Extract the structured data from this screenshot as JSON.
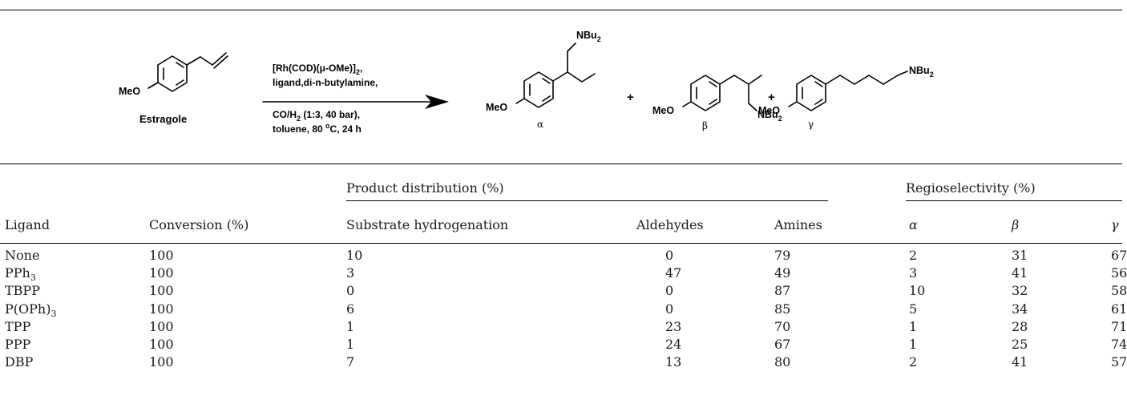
{
  "scheme": {
    "reactant_label": "Estragole",
    "reagents": {
      "line1": "[Rh(COD)(μ-OMe)]",
      "line1_sub": "2",
      "line1_tail": ",",
      "line2": "ligand,di-n-butylamine,",
      "line3a": "CO/H",
      "line3_sub": "2",
      "line3b": " (1:3, 40 bar),",
      "line4a": "toluene, 80 ",
      "line4_sup": "o",
      "line4b": "C, 24 h"
    },
    "meo": "MeO",
    "nbu2": "NBu",
    "nbu2_sub": "2",
    "plus": "+",
    "product_labels": [
      "α",
      "β",
      "γ"
    ]
  },
  "table": {
    "group_headers": {
      "product_distribution": "Product distribution (%)",
      "regioselectivity": "Regioselectivity (%)"
    },
    "columns": [
      "Ligand",
      "Conversion (%)",
      "Substrate hydrogenation",
      "Aldehydes",
      "Amines",
      "α",
      "β",
      "γ"
    ],
    "rows": [
      {
        "ligand": "None",
        "ligand_sub": "",
        "ligand_tail": "",
        "conversion": "100",
        "hydrogenation": "10",
        "aldehydes": "0",
        "amines": "79",
        "alpha": "2",
        "beta": "31",
        "gamma": "67"
      },
      {
        "ligand": "PPh",
        "ligand_sub": "3",
        "ligand_tail": "",
        "conversion": "100",
        "hydrogenation": "3",
        "aldehydes": "47",
        "amines": "49",
        "alpha": "3",
        "beta": "41",
        "gamma": "56"
      },
      {
        "ligand": "TBPP",
        "ligand_sub": "",
        "ligand_tail": "",
        "conversion": "100",
        "hydrogenation": "0",
        "aldehydes": "0",
        "amines": "87",
        "alpha": "10",
        "beta": "32",
        "gamma": "58"
      },
      {
        "ligand": "P(OPh)",
        "ligand_sub": "3",
        "ligand_tail": "",
        "conversion": "100",
        "hydrogenation": "6",
        "aldehydes": "0",
        "amines": "85",
        "alpha": "5",
        "beta": "34",
        "gamma": "61"
      },
      {
        "ligand": "TPP",
        "ligand_sub": "",
        "ligand_tail": "",
        "conversion": "100",
        "hydrogenation": "1",
        "aldehydes": "23",
        "amines": "70",
        "alpha": "1",
        "beta": "28",
        "gamma": "71"
      },
      {
        "ligand": "PPP",
        "ligand_sub": "",
        "ligand_tail": "",
        "conversion": "100",
        "hydrogenation": "1",
        "aldehydes": "24",
        "amines": "67",
        "alpha": "1",
        "beta": "25",
        "gamma": "74"
      },
      {
        "ligand": "DBP",
        "ligand_sub": "",
        "ligand_tail": "",
        "conversion": "100",
        "hydrogenation": "7",
        "aldehydes": "13",
        "amines": "80",
        "alpha": "2",
        "beta": "41",
        "gamma": "57"
      }
    ]
  }
}
